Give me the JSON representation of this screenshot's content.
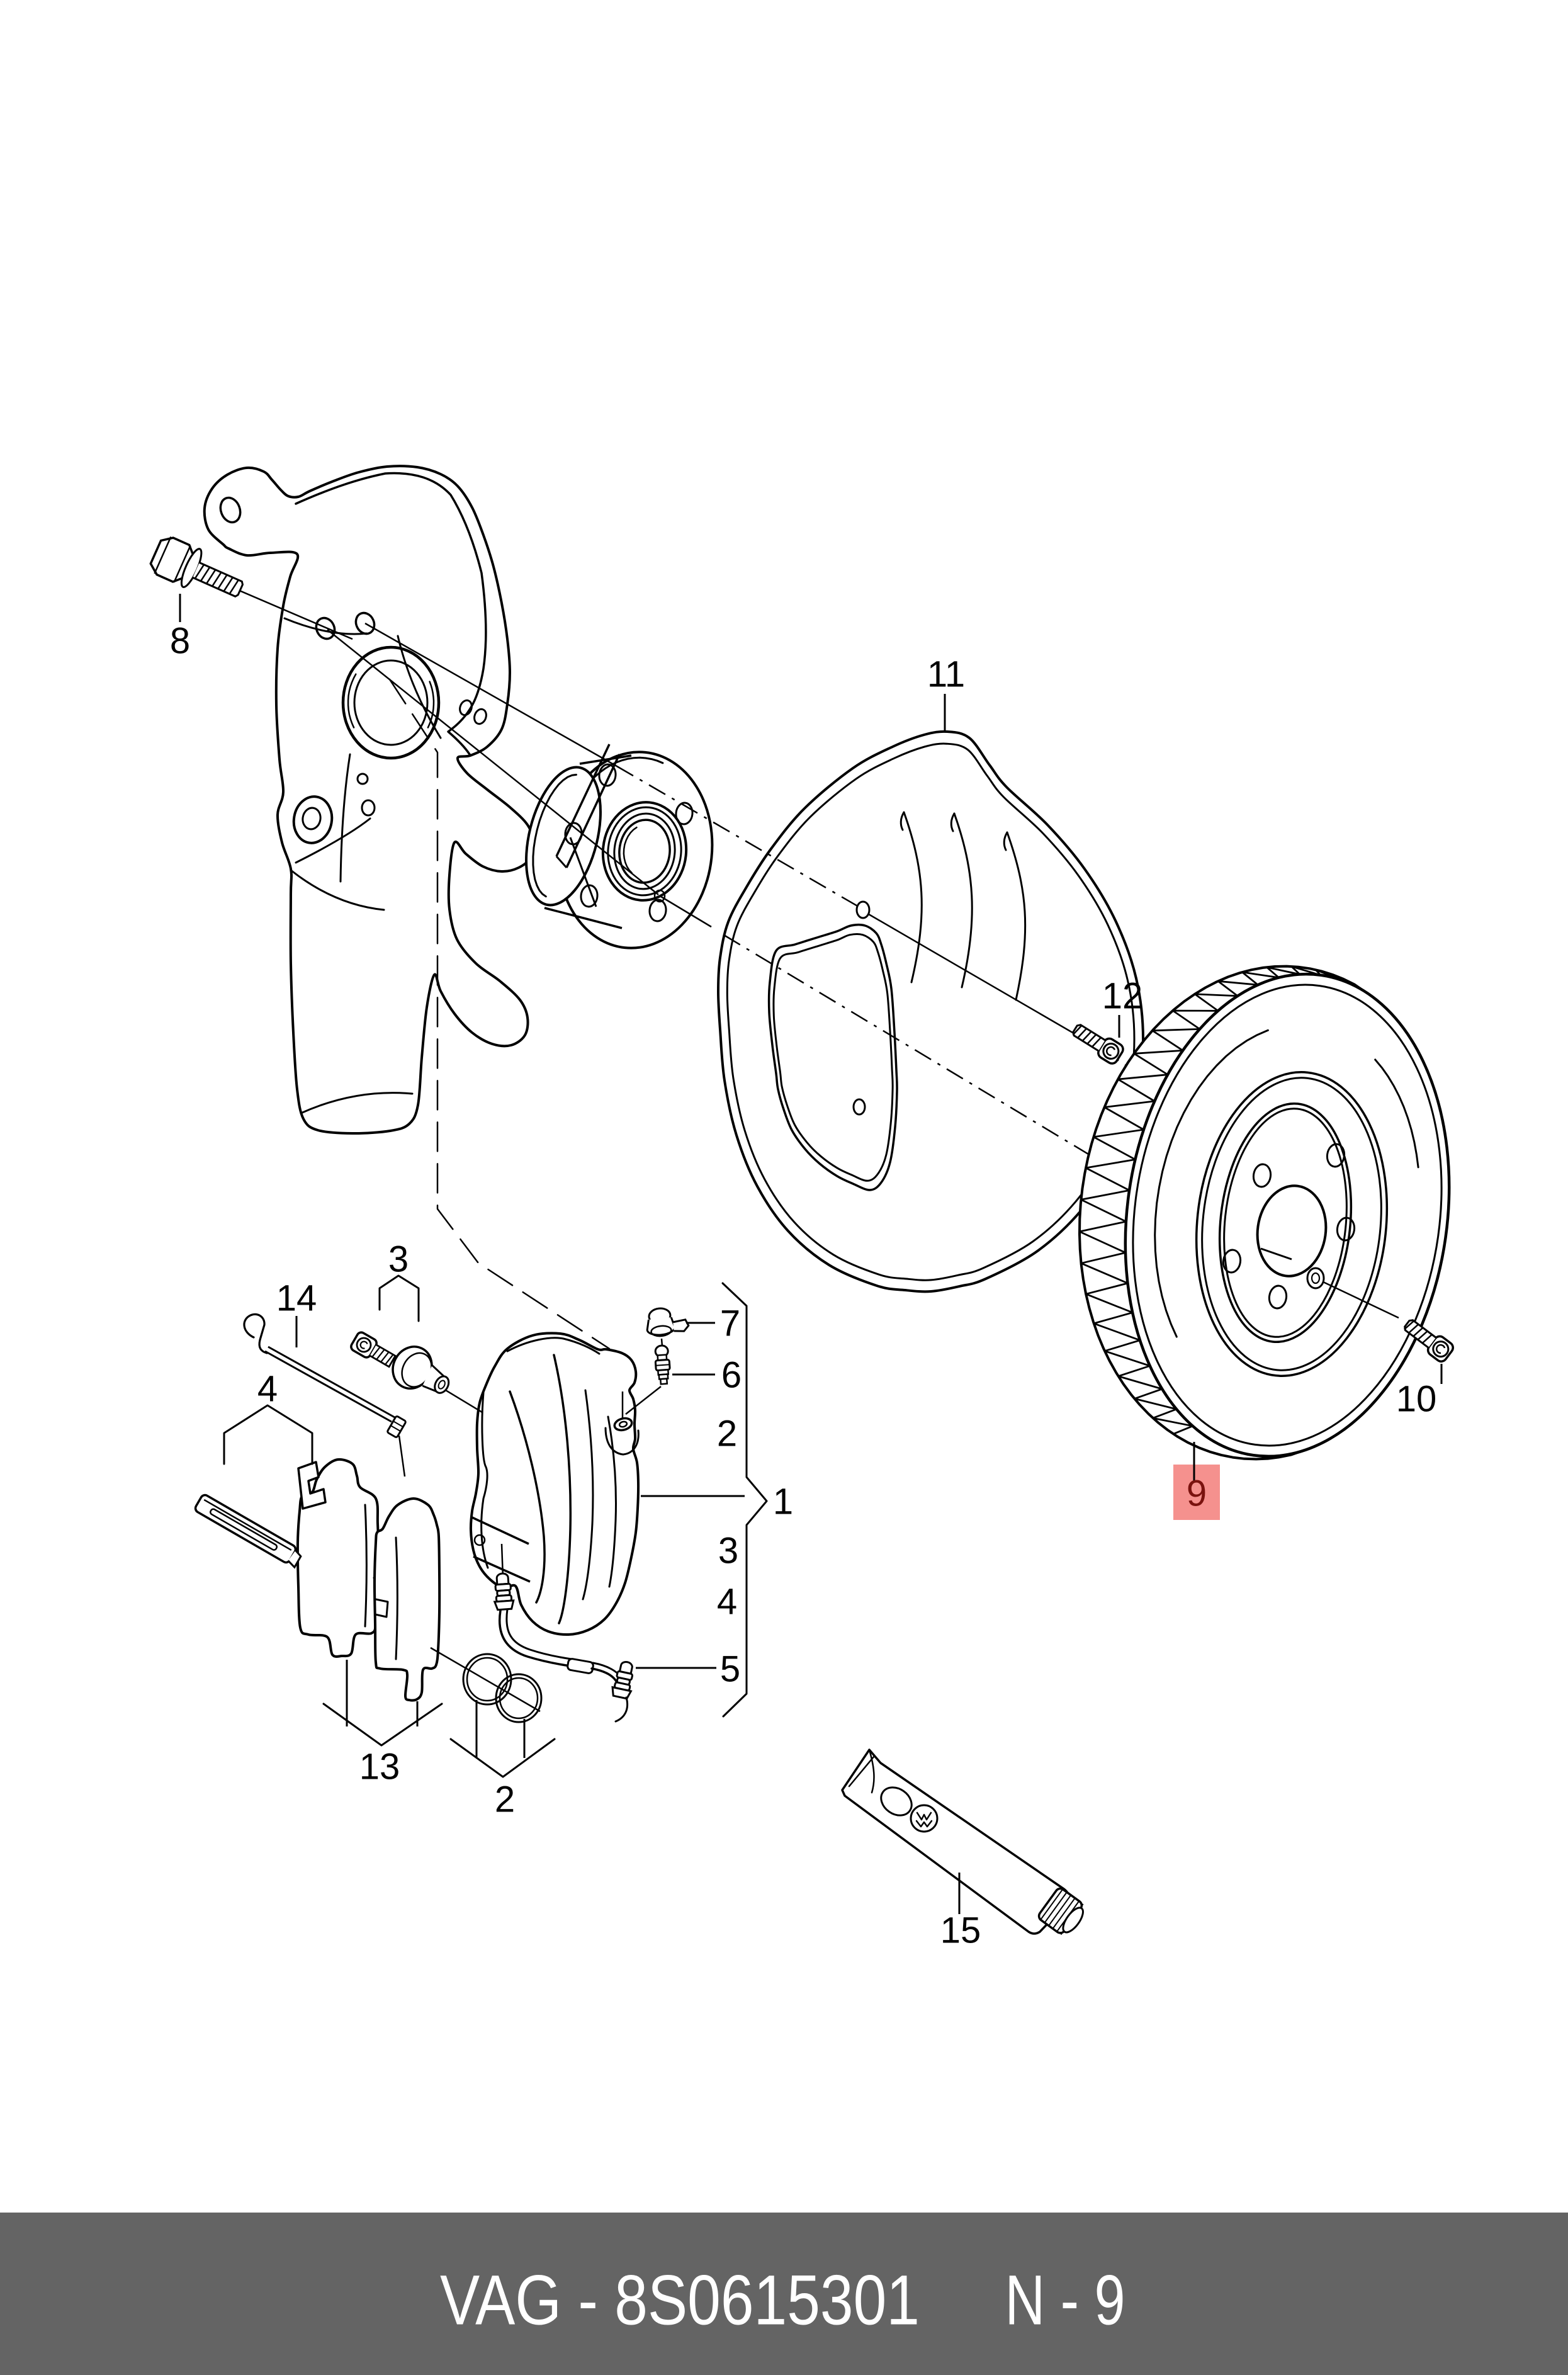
{
  "callouts": {
    "caliper": "1",
    "seals": "2",
    "seal_rings": "2",
    "guide_pin": "3",
    "guide_pin_b": "3",
    "retaining_spring": "4",
    "retaining_spring_b": "4",
    "hose": "5",
    "bleeder_valve": "6",
    "dust_cap": "7",
    "bolt": "8",
    "brake_disc": "9",
    "disc_screw": "10",
    "splash_shield": "11",
    "shield_screw": "12",
    "brake_pads": "13",
    "warning_contact": "14",
    "grease_tube": "15"
  },
  "footer": {
    "left": "VAG - 8S0615301",
    "right": "N - 9"
  },
  "colors": {
    "highlight_bg": "#f5918e",
    "highlight_text": "#7a120e",
    "footer_bg": "#646464",
    "footer_text": "#ffffff",
    "ink": "#000000",
    "paper": "#ffffff"
  }
}
